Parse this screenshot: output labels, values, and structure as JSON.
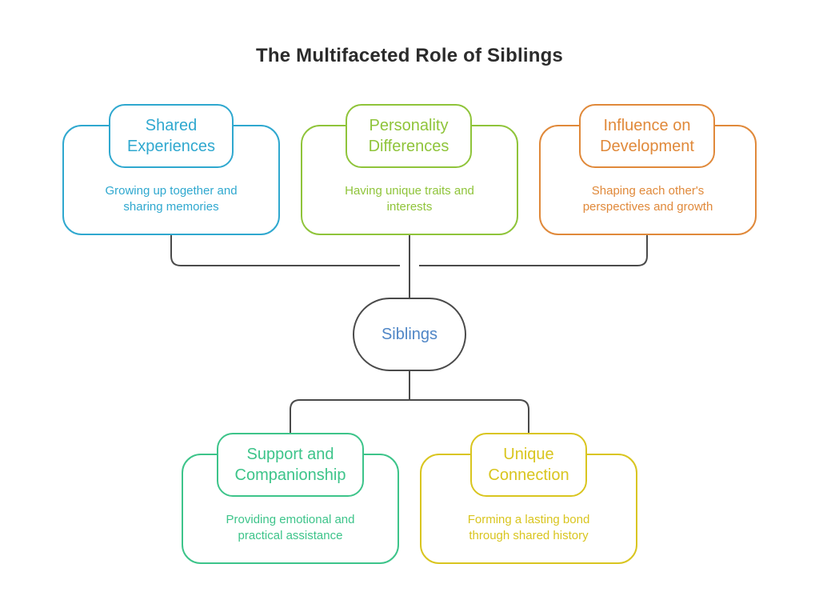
{
  "title": "The Multifaceted Role of Siblings",
  "center": {
    "label": "Siblings",
    "color": "#4f86c6"
  },
  "top_cards": [
    {
      "label": "Shared\nExperiences",
      "description": "Growing up together and\nsharing memories",
      "color": "#2fa8cf"
    },
    {
      "label": "Personality\nDifferences",
      "description": "Having unique traits and\ninterests",
      "color": "#8fc43a"
    },
    {
      "label": "Influence on\nDevelopment",
      "description": "Shaping each other's\nperspectives and growth",
      "color": "#e0893a"
    }
  ],
  "bottom_cards": [
    {
      "label": "Support and\nCompanionship",
      "description": "Providing emotional and\npractical assistance",
      "color": "#3dc48a"
    },
    {
      "label": "Unique\nConnection",
      "description": "Forming a lasting bond\nthrough shared history",
      "color": "#d9c51f"
    }
  ],
  "connector_color": "#4a4a4a"
}
